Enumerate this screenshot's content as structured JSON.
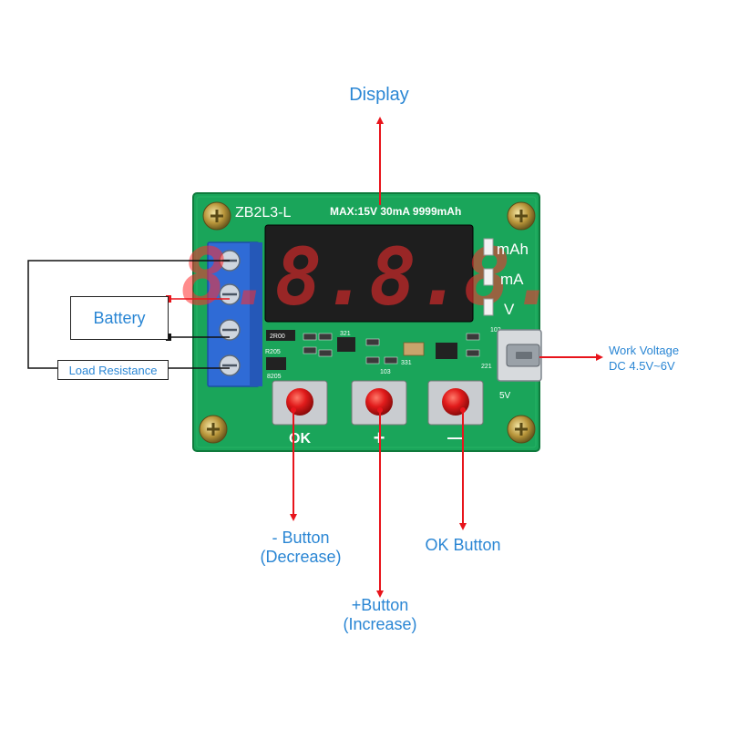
{
  "colors": {
    "pcb": "#1aa55a",
    "pcb_dark": "#138a48",
    "silkscreen": "#ffffff",
    "terminal_block": "#2f6bd6",
    "display_body": "#1e1e1e",
    "segment_red": "#ff2d2d",
    "button_cap": "#e11b1b",
    "arrow_red": "#e8141b",
    "label_blue": "#2a86d4",
    "wire_black": "#111111"
  },
  "board": {
    "model": "ZB2L3-L",
    "specs": "MAX:15V 30mA 9999mAh",
    "units": [
      "mAh",
      "mA",
      "V"
    ],
    "silk_5v": "5V",
    "component_codes": [
      "2R00",
      "321",
      "102",
      "331",
      "103",
      "221",
      "R205",
      "8205"
    ],
    "display_digits": "8.8.8.8.",
    "button_marks": [
      "OK",
      "+",
      "—"
    ]
  },
  "labels": {
    "display": "Display",
    "battery": "Battery",
    "load_resistance": "Load Resistance",
    "work_voltage_line1": "Work Voltage",
    "work_voltage_line2": "DC 4.5V~6V",
    "minus_button_line1": "- Button",
    "minus_button_line2": "(Decrease)",
    "plus_button_line1": "+Button",
    "plus_button_line2": "(Increase)",
    "ok_button": "OK Button"
  },
  "icons": [
    "mounting-screw-icon",
    "micro-usb-port-icon",
    "tactile-button-icon",
    "arrow-icon"
  ]
}
